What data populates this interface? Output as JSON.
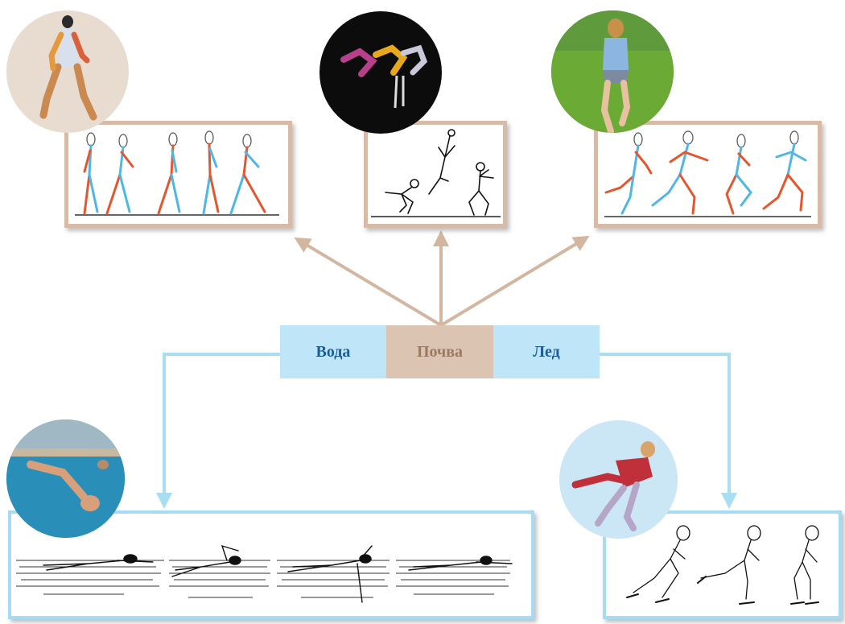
{
  "labels": {
    "water": "Вода",
    "soil": "Почва",
    "ice": "Лед"
  },
  "colors": {
    "water_box": "#bfe6f8",
    "soil_box": "#dcc4b3",
    "water_text": "#1b5c9a",
    "soil_text": "#9b7a63",
    "water_arrow": "#a8ddf2",
    "soil_arrow": "#d2b6a0",
    "figure_red": "#e4572e",
    "figure_blue": "#4fb6e6"
  },
  "icons": {
    "walking": "walking-person-photo",
    "hurdles": "hurdle-jump-photo",
    "running": "running-woman-photo",
    "swimming": "swimmer-photo",
    "skating": "skaters-photo"
  }
}
